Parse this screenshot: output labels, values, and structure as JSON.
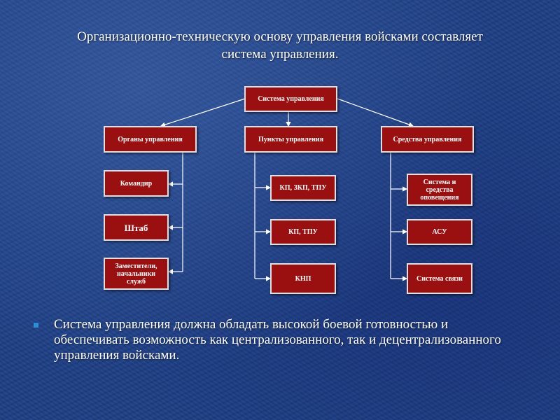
{
  "title": {
    "line1": "Организационно-техническую основу управления войсками составляет",
    "line2": "система управления."
  },
  "diagram": {
    "root": "Система управления",
    "branches": [
      {
        "label": "Органы управления",
        "children": [
          "Командир",
          "Штаб",
          "Заместители, начальники служб"
        ]
      },
      {
        "label": "Пункты управления",
        "children": [
          "КП, ЗКП, ТПУ",
          "КП, ТПУ",
          "КНП"
        ]
      },
      {
        "label": "Средства управления",
        "children": [
          "Система и средства оповещения",
          "АСУ",
          "Система связи"
        ]
      }
    ]
  },
  "bullet": {
    "text": "Система управления должна обладать высокой боевой готовностью и обеспечивать возможность как централизованного, так и децентрализованного управления войсками."
  },
  "colors": {
    "box_fill": "#9a0f0f",
    "box_border": "#e0e0e0",
    "background": "#1d3f86",
    "bullet": "#2a8fd6"
  }
}
